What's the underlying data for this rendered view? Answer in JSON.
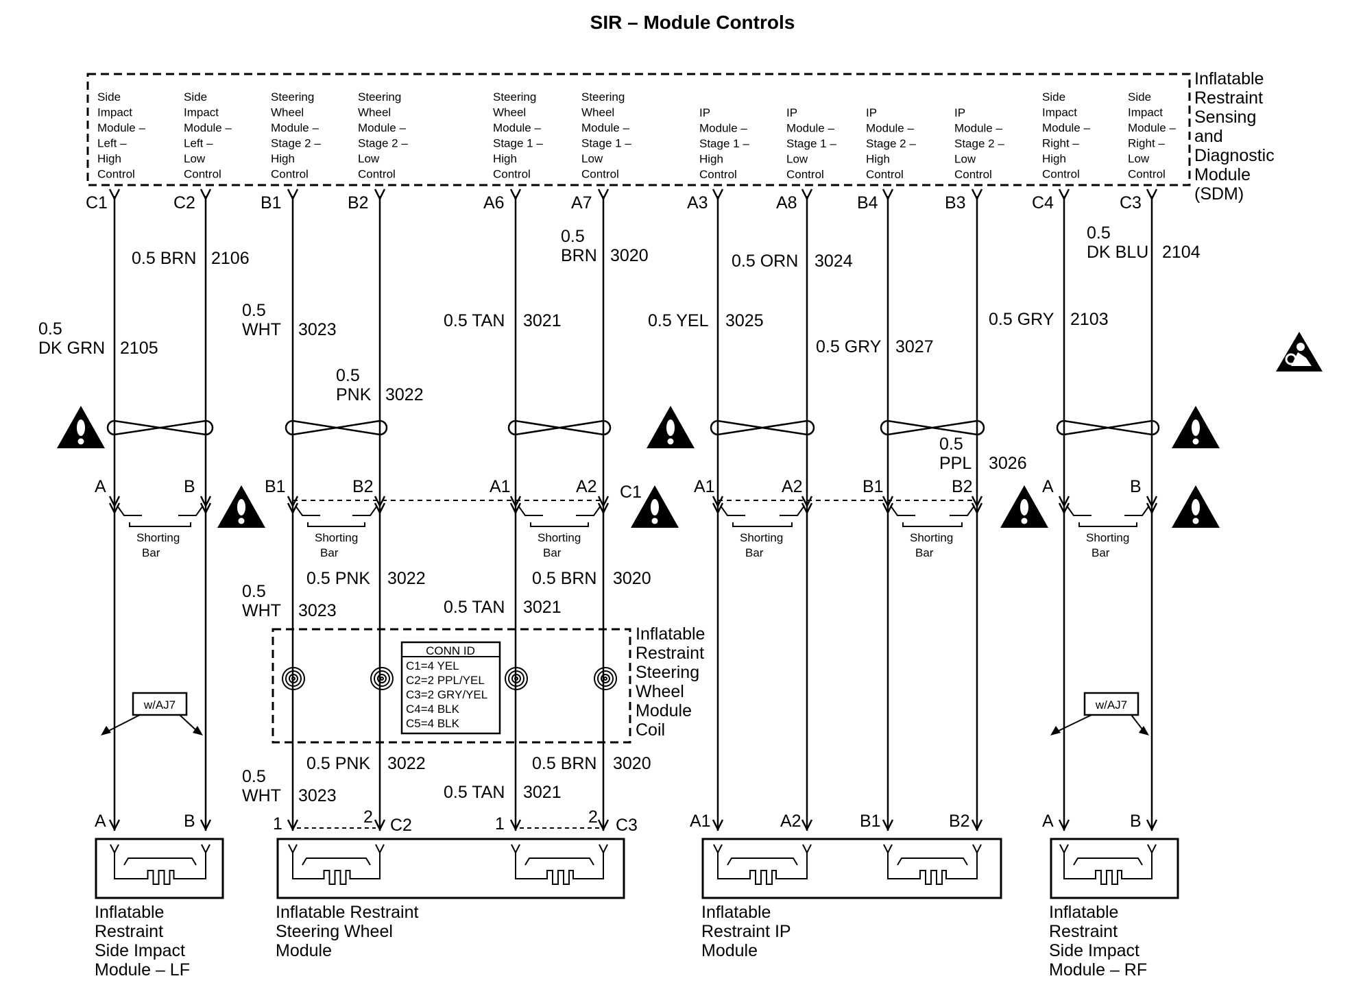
{
  "title": "SIR – Module Controls",
  "sdm": {
    "name_lines": [
      "Inflatable",
      "Restraint",
      "Sensing",
      "and",
      "Diagnostic",
      "Module",
      "(SDM)"
    ],
    "columns": [
      {
        "pin": "C1",
        "lines": [
          "Side",
          "Impact",
          "Module –",
          "Left –",
          "High",
          "Control"
        ]
      },
      {
        "pin": "C2",
        "lines": [
          "Side",
          "Impact",
          "Module –",
          "Left –",
          "Low",
          "Control"
        ]
      },
      {
        "pin": "B1",
        "lines": [
          "Steering",
          "Wheel",
          "Module –",
          "Stage 2 –",
          "High",
          "Control"
        ]
      },
      {
        "pin": "B2",
        "lines": [
          "Steering",
          "Wheel",
          "Module –",
          "Stage 2 –",
          "Low",
          "Control"
        ]
      },
      {
        "pin": "A6",
        "lines": [
          "Steering",
          "Wheel",
          "Module –",
          "Stage 1 –",
          "High",
          "Control"
        ]
      },
      {
        "pin": "A7",
        "lines": [
          "Steering",
          "Wheel",
          "Module –",
          "Stage 1 –",
          "Low",
          "Control"
        ]
      },
      {
        "pin": "A3",
        "lines": [
          "IP",
          "Module –",
          "Stage 1 –",
          "High",
          "Control"
        ]
      },
      {
        "pin": "A8",
        "lines": [
          "IP",
          "Module –",
          "Stage 1 –",
          "Low",
          "Control"
        ]
      },
      {
        "pin": "B4",
        "lines": [
          "IP",
          "Module –",
          "Stage 2 –",
          "High",
          "Control"
        ]
      },
      {
        "pin": "B3",
        "lines": [
          "IP",
          "Module –",
          "Stage 2 –",
          "Low",
          "Control"
        ]
      },
      {
        "pin": "C4",
        "lines": [
          "Side",
          "Impact",
          "Module –",
          "Right –",
          "High",
          "Control"
        ]
      },
      {
        "pin": "C3",
        "lines": [
          "Side",
          "Impact",
          "Module –",
          "Right –",
          "Low",
          "Control"
        ]
      }
    ]
  },
  "wires_upper": [
    {
      "lines": [
        "0.5",
        "DK GRN"
      ],
      "circuit": "2105"
    },
    {
      "lines": [
        "0.5 BRN"
      ],
      "circuit": "2106"
    },
    {
      "lines": [
        "0.5",
        "WHT"
      ],
      "circuit": "3023"
    },
    {
      "lines": [
        "0.5",
        "PNK"
      ],
      "circuit": "3022"
    },
    {
      "lines": [
        "0.5 TAN"
      ],
      "circuit": "3021"
    },
    {
      "lines": [
        "0.5",
        "BRN"
      ],
      "circuit": "3020"
    },
    {
      "lines": [
        "0.5 YEL"
      ],
      "circuit": "3025"
    },
    {
      "lines": [
        "0.5 ORN"
      ],
      "circuit": "3024"
    },
    {
      "lines": [
        "0.5 GRY"
      ],
      "circuit": "3027"
    },
    {
      "lines": [
        "0.5",
        "PPL"
      ],
      "circuit": "3026"
    },
    {
      "lines": [
        "0.5 GRY"
      ],
      "circuit": "2103"
    },
    {
      "lines": [
        "0.5",
        "DK BLU"
      ],
      "circuit": "2104"
    }
  ],
  "connector_pins": [
    "A",
    "B",
    "B1",
    "B2",
    "A1",
    "A2",
    "C1",
    "A1",
    "A2",
    "B1",
    "B2",
    "A",
    "B"
  ],
  "shorting_bar": [
    "Shorting",
    "Bar"
  ],
  "coil": {
    "name_lines": [
      "Inflatable",
      "Restraint",
      "Steering",
      "Wheel",
      "Module",
      "Coil"
    ],
    "conn_id_title": "CONN ID",
    "conn_id": [
      "C1=4 YEL",
      "C2=2 PPL/YEL",
      "C3=2 GRY/YEL",
      "C4=4 BLK",
      "C5=4 BLK"
    ],
    "above": [
      {
        "lines": [
          "0.5",
          "WHT"
        ],
        "circuit": "3023"
      },
      {
        "lines": [
          "0.5 PNK"
        ],
        "circuit": "3022"
      },
      {
        "lines": [
          "0.5 TAN"
        ],
        "circuit": "3021"
      },
      {
        "lines": [
          "0.5 BRN"
        ],
        "circuit": "3020"
      }
    ],
    "below": [
      {
        "lines": [
          "0.5",
          "WHT"
        ],
        "circuit": "3023"
      },
      {
        "lines": [
          "0.5 PNK"
        ],
        "circuit": "3022"
      },
      {
        "lines": [
          "0.5 TAN"
        ],
        "circuit": "3021"
      },
      {
        "lines": [
          "0.5 BRN"
        ],
        "circuit": "3020"
      }
    ]
  },
  "option_tag": "w/AJ7",
  "bottom_pins": [
    "A",
    "B",
    "1",
    "2",
    "C2",
    "1",
    "2",
    "C3",
    "A1",
    "A2",
    "B1",
    "B2",
    "A",
    "B"
  ],
  "modules": [
    {
      "lines": [
        "Inflatable",
        "Restraint",
        "Side Impact",
        "Module – LF"
      ]
    },
    {
      "lines": [
        "Inflatable Restraint",
        "Steering Wheel",
        "Module"
      ]
    },
    {
      "lines": [
        "Inflatable",
        "Restraint IP",
        "Module"
      ]
    },
    {
      "lines": [
        "Inflatable",
        "Restraint",
        "Side Impact",
        "Module – RF"
      ]
    }
  ],
  "icons": {
    "warning": "warning-triangle-icon",
    "airbag": "airbag-symbol-icon",
    "squib": "squib-coil-icon",
    "shorting": "shorting-bar-icon"
  }
}
